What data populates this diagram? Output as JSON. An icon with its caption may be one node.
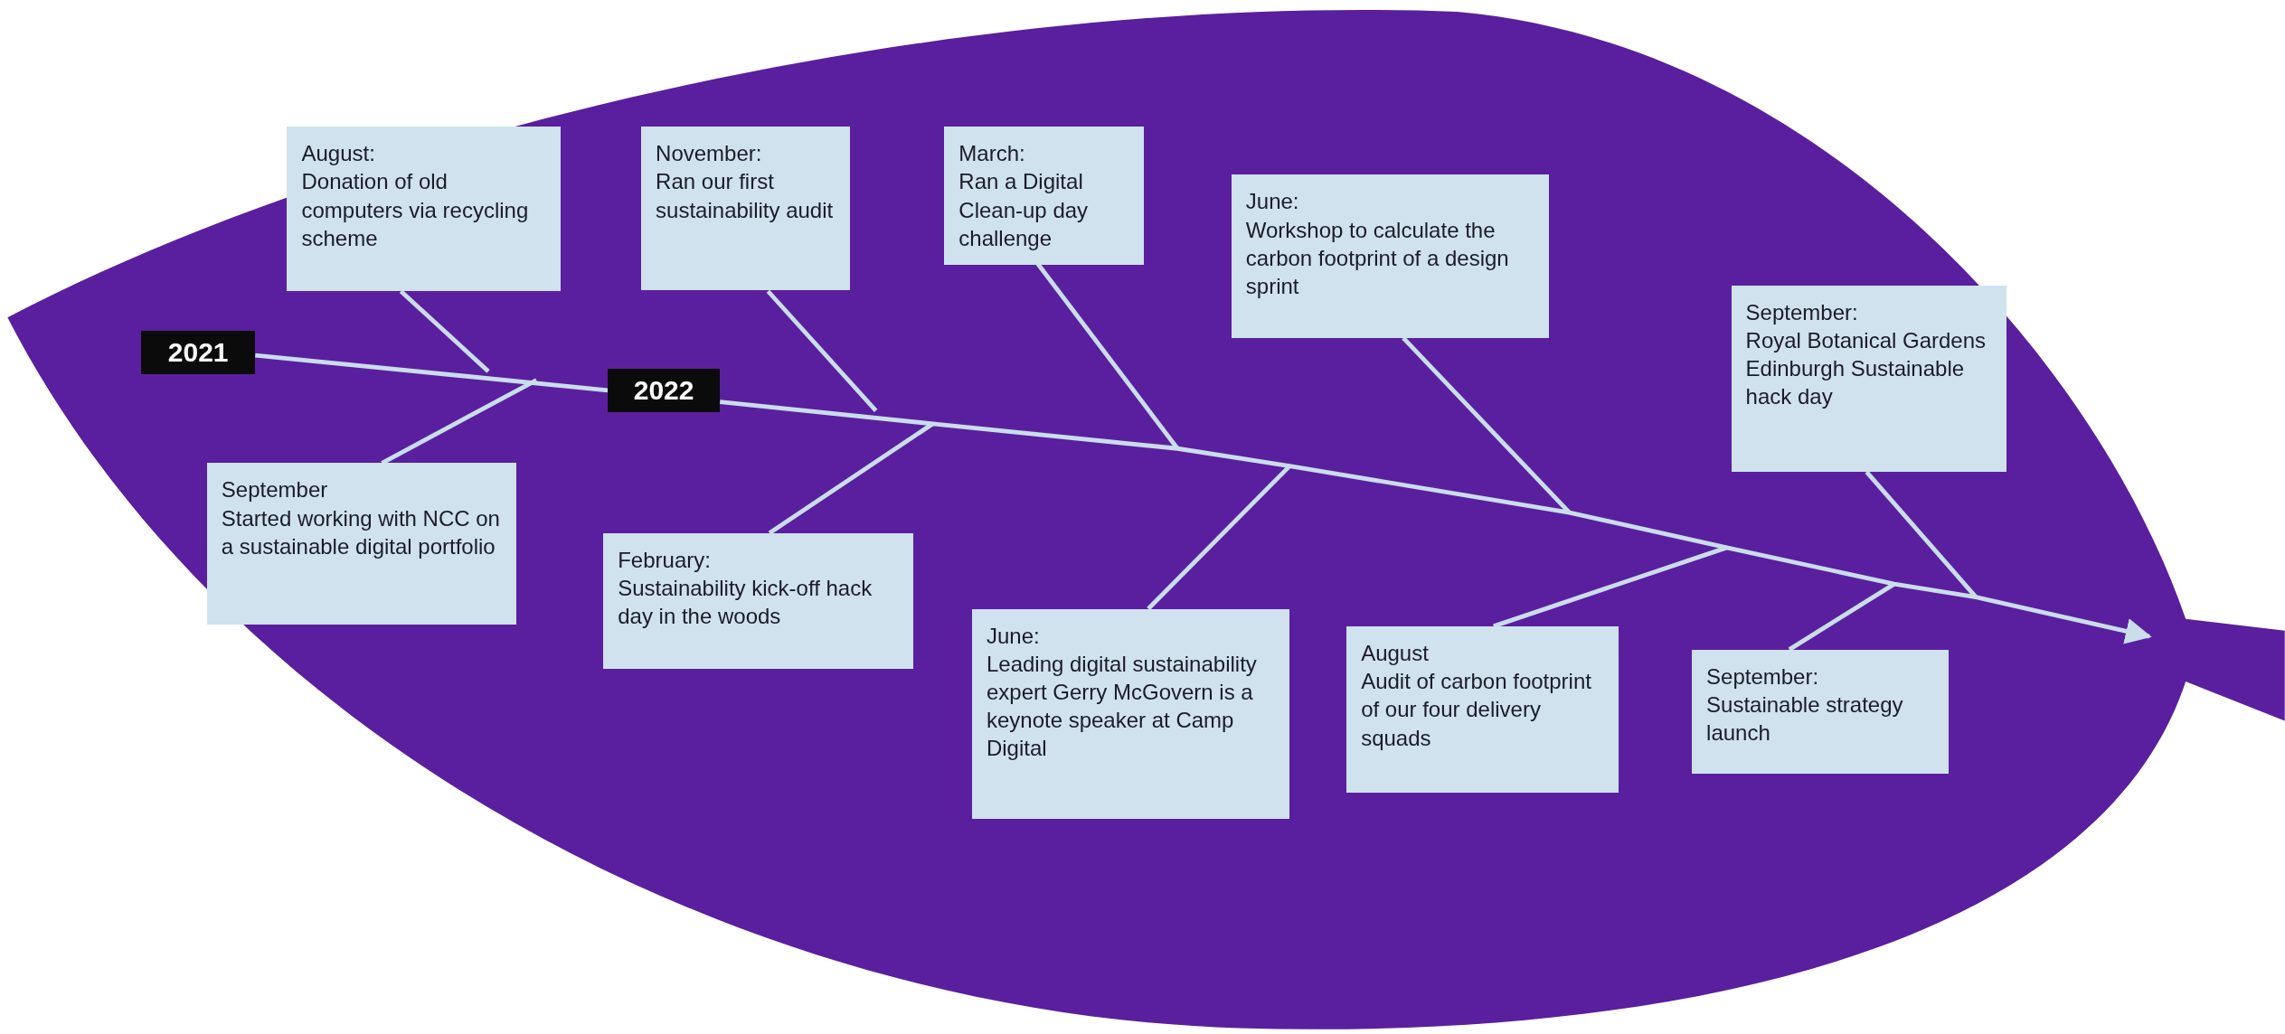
{
  "diagram": {
    "nodes": [
      {
        "text": [
          "2021"
        ]
      },
      {
        "text": [
          "2022"
        ]
      },
      {
        "text": [
          "August:",
          "Donation of old computers via recycling scheme"
        ]
      },
      {
        "text": [
          "September",
          "Started working with NCC on a sustainable digital portfolio"
        ]
      },
      {
        "text": [
          "November:",
          "Ran our first sustainability audit"
        ]
      },
      {
        "text": [
          "February:",
          "Sustainability kick-off hack day in the woods"
        ]
      },
      {
        "text": [
          "March:",
          "Ran a Digital Clean-up day challenge"
        ]
      },
      {
        "text": [
          "June:",
          "Leading digital sustainability expert Gerry McGovern is a keynote speaker at Camp Digital"
        ]
      },
      {
        "text": [
          "June:",
          "Workshop to calculate the carbon footprint of a design sprint"
        ]
      },
      {
        "text": [
          "August",
          "Audit of carbon footprint of our four delivery squads"
        ]
      },
      {
        "text": [
          "September:",
          "Royal Botanical Gardens Edinburgh Sustainable hack day"
        ]
      },
      {
        "text": [
          "September:",
          "Sustainable strategy launch"
        ]
      }
    ],
    "edges": [
      {
        "from": 0,
        "to": 1,
        "arrow": "none"
      },
      {
        "from": 1,
        "to": null,
        "arrow": "to"
      },
      {
        "from": 2,
        "to": null,
        "arrow": "none"
      },
      {
        "from": 3,
        "to": null,
        "arrow": "none"
      },
      {
        "from": 4,
        "to": null,
        "arrow": "none"
      },
      {
        "from": 5,
        "to": null,
        "arrow": "none"
      },
      {
        "from": 6,
        "to": null,
        "arrow": "none"
      },
      {
        "from": 7,
        "to": null,
        "arrow": "none"
      },
      {
        "from": 8,
        "to": null,
        "arrow": "none"
      },
      {
        "from": 9,
        "to": null,
        "arrow": "none"
      },
      {
        "from": 10,
        "to": null,
        "arrow": "none"
      },
      {
        "from": 11,
        "to": null,
        "arrow": "none"
      }
    ]
  }
}
